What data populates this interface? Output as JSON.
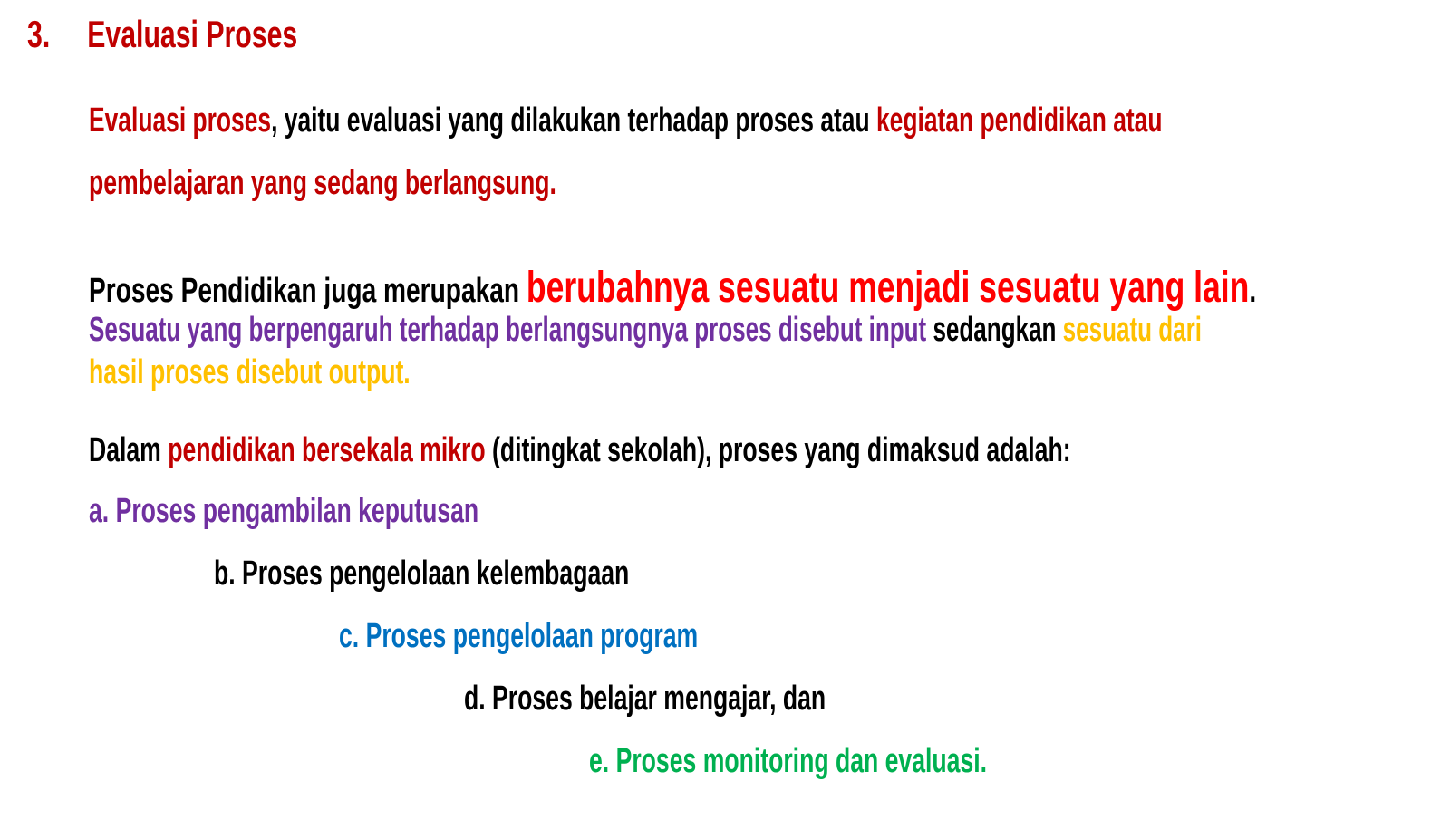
{
  "heading": {
    "number": "3.",
    "title": "Evaluasi Proses"
  },
  "para1": {
    "term": "Evaluasi proses",
    "middle": ", yaitu evaluasi yang dilakukan terhadap proses atau ",
    "highlight_line1": "kegiatan pendidikan atau",
    "highlight_line2": "pembelajaran yang sedang berlangsung."
  },
  "para2": {
    "intro": "Proses Pendidikan juga merupakan ",
    "big_highlight": "berubahnya sesuatu menjadi sesuatu yang lain",
    "period": ".",
    "input_text": "Sesuatu yang berpengaruh terhadap berlangsungnya proses disebut input",
    "connector": " sedangkan ",
    "output_line1": "sesuatu dari",
    "output_line2": "hasil proses disebut output."
  },
  "para3": {
    "start": "Dalam ",
    "highlight": "pendidikan bersekala mikro",
    "rest": " (ditingkat sekolah), proses yang dimaksud adalah:"
  },
  "list": {
    "a": "a. Proses pengambilan keputusan",
    "b": "b. Proses pengelolaan kelembagaan",
    "c": "c. Proses pengelolaan program",
    "d": "d. Proses belajar mengajar, dan",
    "e": "e. Proses monitoring dan evaluasi."
  },
  "colors": {
    "dark_red": "#c00000",
    "bright_red": "#ff0000",
    "purple": "#7030a0",
    "gold": "#ffc000",
    "blue": "#0070c0",
    "green": "#00b050",
    "black": "#000000"
  }
}
